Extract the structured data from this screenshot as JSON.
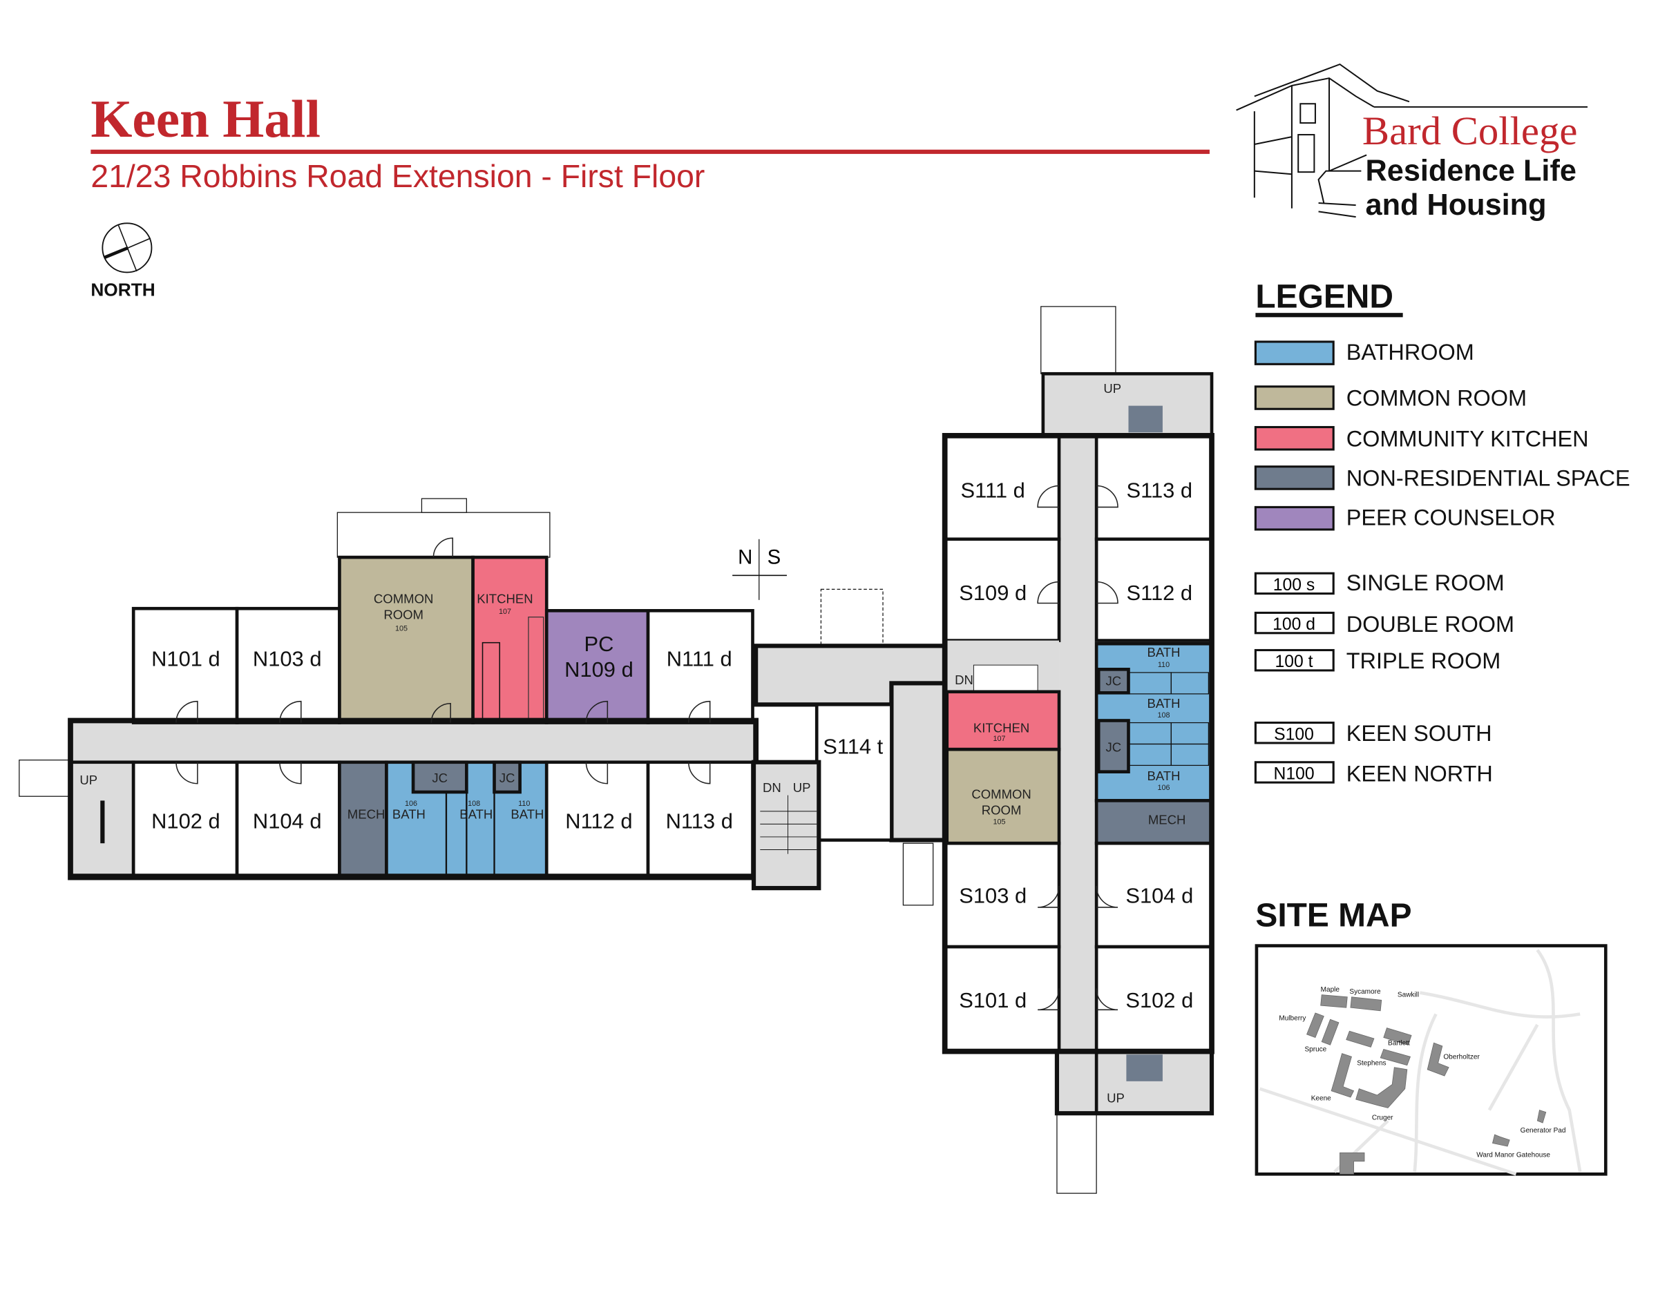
{
  "header": {
    "title": "Keen Hall",
    "subtitle": "21/23 Robbins Road Extension - First Floor",
    "north_label": "NORTH",
    "brand_color": "#c1272d"
  },
  "logo": {
    "line1": "Bard College",
    "line2": "Residence Life",
    "line3": "and Housing"
  },
  "orientation": {
    "n": "N",
    "s": "S"
  },
  "legend": {
    "title": "LEGEND",
    "colors": [
      {
        "label": "BATHROOM",
        "color": "#76b2d9"
      },
      {
        "label": "COMMON ROOM",
        "color": "#bfb89b"
      },
      {
        "label": "COMMUNITY KITCHEN",
        "color": "#f07083"
      },
      {
        "label": "NON-RESIDENTIAL SPACE",
        "color": "#6f7c8d"
      },
      {
        "label": "PEER COUNSELOR",
        "color": "#a086bd"
      }
    ],
    "room_types": [
      {
        "code": "100 s",
        "label": "SINGLE ROOM"
      },
      {
        "code": "100 d",
        "label": "DOUBLE ROOM"
      },
      {
        "code": "100 t",
        "label": "TRIPLE ROOM"
      }
    ],
    "wings": [
      {
        "code": "S100",
        "label": "KEEN SOUTH"
      },
      {
        "code": "N100",
        "label": "KEEN NORTH"
      }
    ]
  },
  "site_map": {
    "title": "SITE MAP",
    "labels": [
      "Maple",
      "Sycamore",
      "Sawkill",
      "Mulberry",
      "Spruce",
      "Bartlett",
      "Stephens",
      "Oberholtzer",
      "Keene",
      "Cruger",
      "Generator Pad",
      "Ward Manor Gatehouse"
    ]
  },
  "north_wing": {
    "n101": "N101 d",
    "n103": "N103 d",
    "n111": "N111 d",
    "n102": "N102 d",
    "n104": "N104 d",
    "n112": "N112 d",
    "n113": "N113 d",
    "pc": "PC",
    "n109": "N109 d",
    "common_1": "COMMON",
    "common_2": "ROOM",
    "common_num": "105",
    "kitchen": "KITCHEN",
    "kitchen_num": "107",
    "mech": "MECH",
    "jc": "JC",
    "bath": "BATH",
    "bath106": "106",
    "bath108": "108",
    "bath110": "110",
    "up": "UP"
  },
  "connector": {
    "s114": "S114 t",
    "dn": "DN",
    "up": "UP"
  },
  "south_wing": {
    "s111": "S111 d",
    "s113": "S113 d",
    "s109": "S109 d",
    "s112": "S112 d",
    "s103": "S103 d",
    "s104": "S104 d",
    "s101": "S101 d",
    "s102": "S102 d",
    "kitchen": "KITCHEN",
    "kitchen_num": "107",
    "common_1": "COMMON",
    "common_2": "ROOM",
    "common_num": "105",
    "bath": "BATH",
    "bath110": "110",
    "bath108": "108",
    "bath106": "106",
    "jc": "JC",
    "mech": "MECH",
    "dn": "DN",
    "up": "UP"
  }
}
